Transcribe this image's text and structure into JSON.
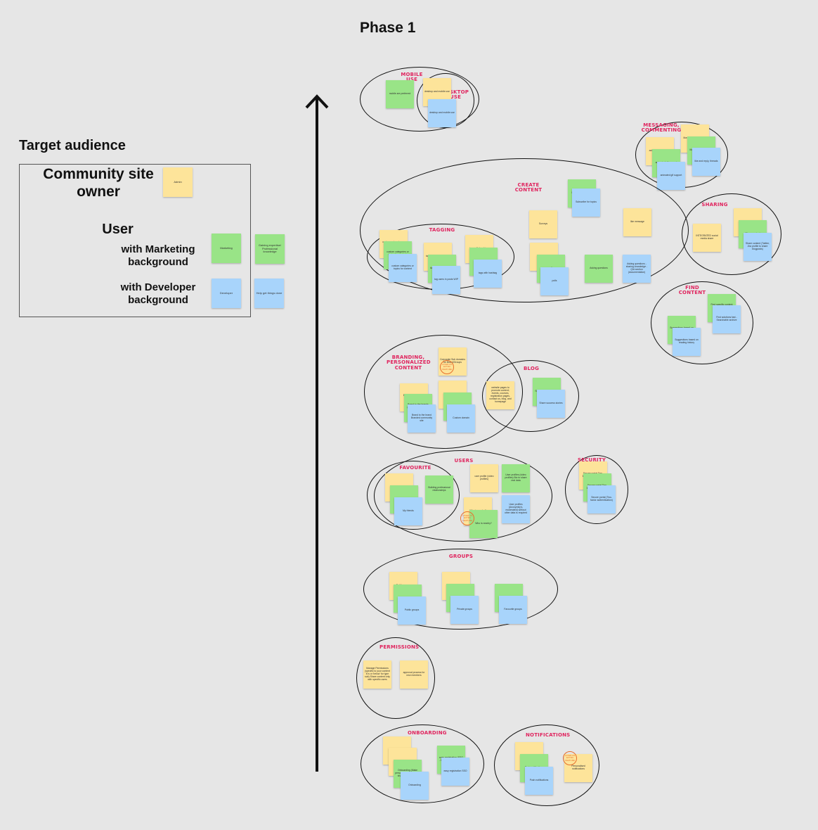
{
  "phase_title": "Phase 1",
  "target_audience": {
    "title": "Target audience",
    "owner_label": "Community site owner",
    "user_label": "User",
    "marketing_label": "with Marketing background",
    "developer_label": "with Developer background",
    "owner_note": "Admin",
    "marketing_notes": [
      "Marketing",
      "Gaining expertise/ Professional knowledge"
    ],
    "developer_notes": [
      "Developer",
      "Help get things done"
    ]
  },
  "colors": {
    "owner": "#fde49a",
    "marketing": "#99e487",
    "developer": "#a8d4fb",
    "label": "#e0245e",
    "background": "#e6e6e6",
    "stamp": "#e86f2b"
  },
  "clusters": {
    "mobile_use": {
      "label": "MOBILE USE",
      "notes": [
        "mobile are preferred"
      ]
    },
    "desktop_use": {
      "label": "DESKTOP USE",
      "notes": [
        "desktop and mobile use",
        "desktop and mobile use"
      ]
    },
    "messaging": {
      "label": "MESSAGING, COMMENTING",
      "notes": [
        "animated gif support",
        "animated gif support",
        "animated gif support",
        "like and reply, threads",
        "like and reply, threads",
        "like and reply, threads"
      ]
    },
    "create_content": {
      "label": "CREATE CONTENT",
      "notes": [
        "Subscribe for topics",
        "Subscribe for topics",
        "like message",
        "Surveys",
        "polls",
        "polls",
        "polls",
        "Asking questions",
        "Asking questions - sharing knowledge - Q/A section (documentation)"
      ]
    },
    "tagging": {
      "label": "TAGGING",
      "notes": [
        "custom categories or topics for content",
        "custom categories or topics for content, Subcategories",
        "custom categories or topics for content",
        "tag users in posts WIP",
        "tag users in posts WIP",
        "tag users in posts WIP",
        "tags with hashtags",
        "tags with hashtag",
        "tags with hashtag"
      ]
    },
    "sharing": {
      "label": "SHARING",
      "notes": [
        "Share content",
        "Share content",
        "Share content (Twitter, Jira profile to share blogposts)",
        "INTEGRATED social media share"
      ]
    },
    "find_content": {
      "label": "FIND CONTENT",
      "notes": [
        "Find specific content fast - Searchable archive",
        "Find solutions fast - Searchable archive",
        "Suggestions based on reading history",
        "Suggestions based on reading history"
      ]
    },
    "branding": {
      "label": "BRANDING, PERSONALIZED CONTENT",
      "notes": [
        "Corporate Sub domains for Brand/Groups",
        "Branded community site",
        "Brand to the brands (Branded community site)",
        "Brand to the brand Branded community site",
        "Custom domain",
        "Custom domain",
        "Custom domain"
      ]
    },
    "blog": {
      "label": "BLOG",
      "notes": [
        "website pages to promote content; events, courses, registration pages, contact us, blog, and homepage",
        "Share success stories",
        "Share success stories"
      ]
    },
    "users": {
      "label": "USERS",
      "notes": [
        "user profile (video profiles)",
        "User profiles (video profiles) Bio to share real data",
        "Who is nearby?",
        "Who is nearby?",
        "User profiles (Anonymity's, moderated) without other data is required"
      ]
    },
    "favourite": {
      "label": "FAVOURITE",
      "notes": [
        "My friends",
        "My friends",
        "My friends",
        "Building professional relationships"
      ]
    },
    "security": {
      "label": "SECURITY",
      "notes": [
        "Secure portal Two-factor authentication",
        "Secure portal Two-factor authentication",
        "Secure portal (Two-factor authentication)"
      ]
    },
    "groups": {
      "label": "GROUPS",
      "notes": [
        "Public groups",
        "Public groups",
        "Public groups",
        "Private groups",
        "Private groups",
        "Private groups",
        "Favourite groups",
        "Favourite groups"
      ]
    },
    "permissions": {
      "label": "PERMISSIONS",
      "notes": [
        "Manage Permissions (specific to your content it is or 'below' for type sub) Share content only with specific users",
        "approval process for new members"
      ]
    },
    "onboarding": {
      "label": "ONBOARDING",
      "notes": [
        "Onboarding",
        "Onboarding",
        "Onboarding",
        "Onboarding (Make personal preferences to share/recommend)",
        "easy registration (SSO - FB, Twitter, LinkedIn)",
        "easy registration SSO"
      ]
    },
    "notifications": {
      "label": "NOTIFICATIONS",
      "notes": [
        "Push notifications",
        "Push notifications",
        "Push notifications",
        "Personalised notifications"
      ]
    }
  },
  "stamps": [
    "LAYER AS EXTRA FEATURE",
    "LAYER AS EXTRA FEATURE",
    "LAYER AS EXTRA FEATURE"
  ]
}
